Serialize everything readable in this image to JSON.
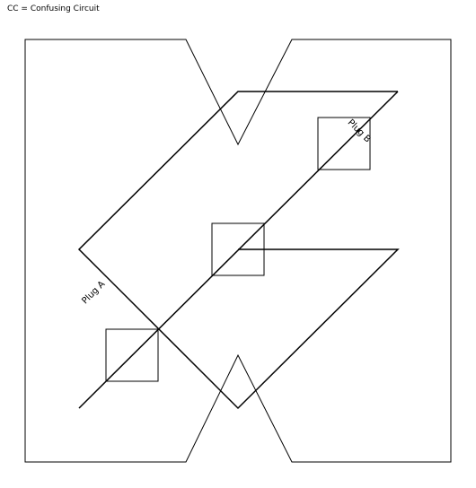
{
  "title": "CC = Confusing Circuit",
  "labels": {
    "plug_a": "Plug A",
    "plug_b": "Plug B"
  },
  "colors": {
    "stroke": "#000000",
    "background": "#ffffff"
  }
}
